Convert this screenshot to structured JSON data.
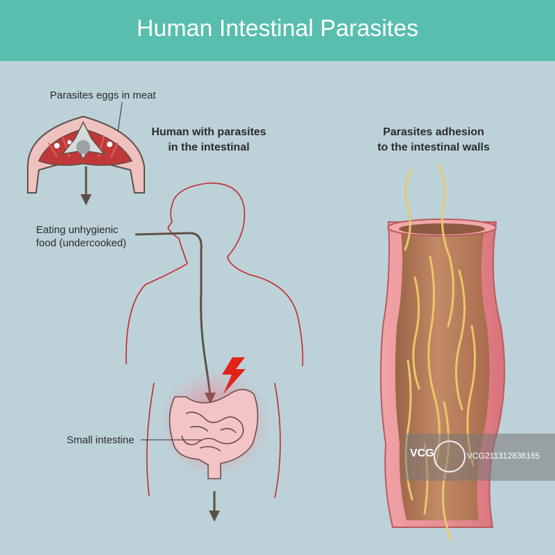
{
  "title": "Human Intestinal Parasites",
  "labels": {
    "eggs": "Parasites eggs in meat",
    "eating_line1": "Eating unhygienic",
    "eating_line2": "food (undercooked)",
    "small_intestine": "Small intestine",
    "human_heading_line1": "Human with parasites",
    "human_heading_line2": "in the intestinal",
    "adhesion_heading_line1": "Parasites adhesion",
    "adhesion_heading_line2": "to the intestinal walls"
  },
  "watermark": {
    "brand": "VCG",
    "id": "VCG211312836165"
  },
  "icons": [
    "meat-cross-section-icon",
    "human-silhouette-icon",
    "intestine-icon",
    "lightning-icon",
    "arrow-down-icon",
    "intestinal-tube-icon",
    "parasite-worm-icon"
  ],
  "colors": {
    "header": "#58beae",
    "background": "#bdd1d8",
    "body_outline": "#c2272d",
    "arrow": "#5b5045",
    "lightning": "#e2231a",
    "intestine_wall": "#e88a8f",
    "intestine_lumen": "#b87a58",
    "worm": "#e8c96a"
  }
}
